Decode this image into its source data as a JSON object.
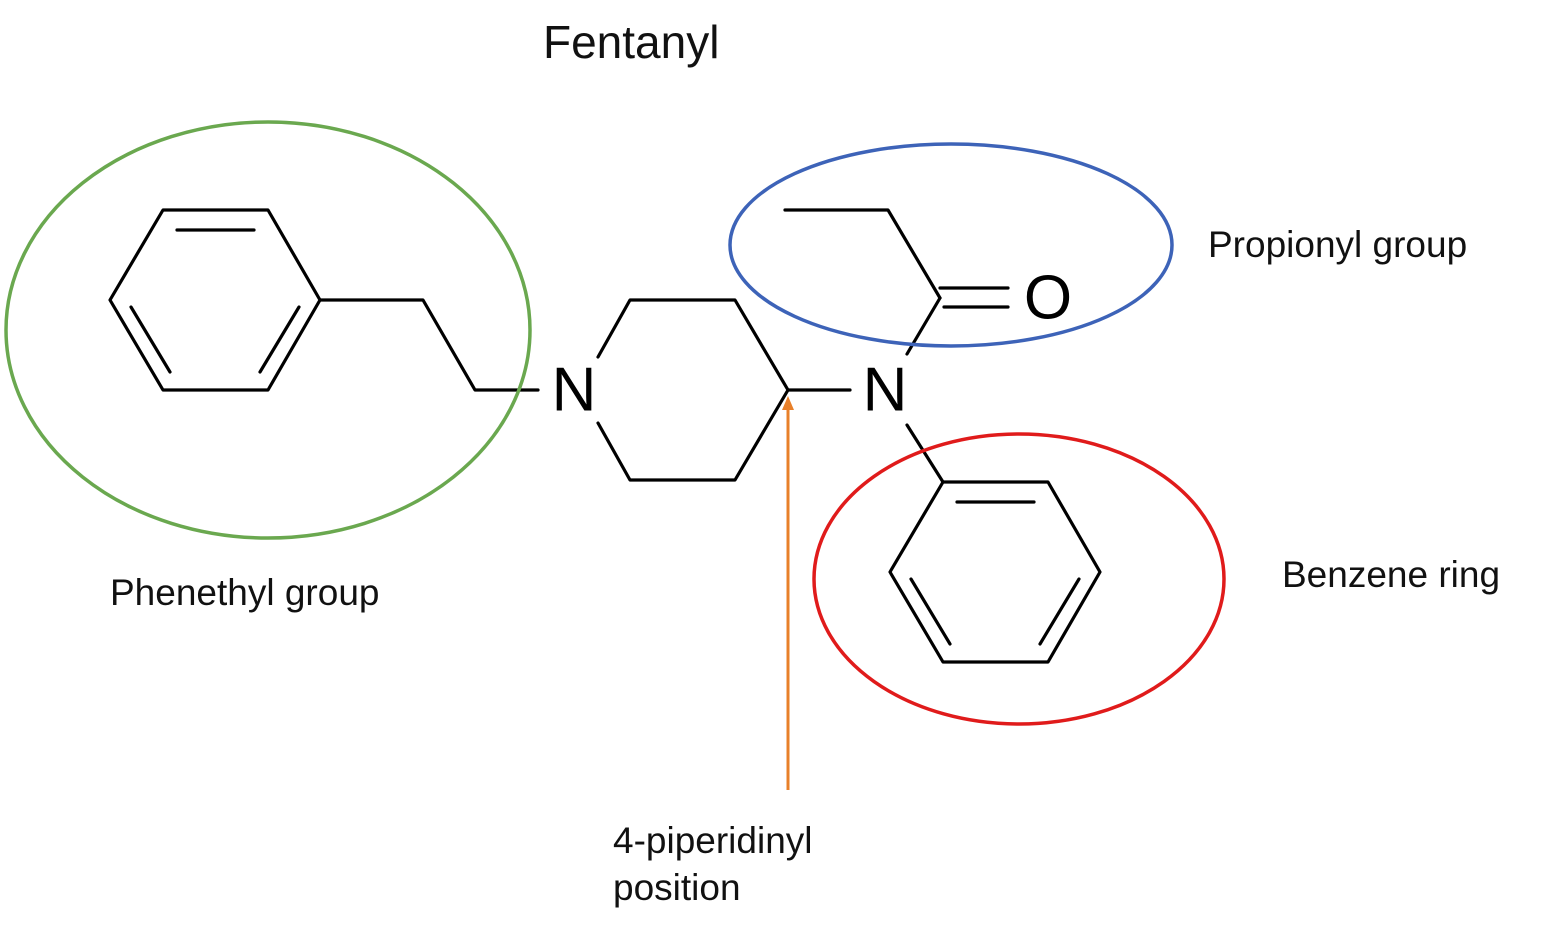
{
  "title": "Fentanyl",
  "atoms": {
    "piperidine_nitrogen": "N",
    "amide_nitrogen": "N",
    "carbonyl_oxygen": "O"
  },
  "groups": [
    {
      "label": "Phenethyl group",
      "color": "#6aa84f"
    },
    {
      "label": "Propionyl group",
      "color": "#3d63b8"
    },
    {
      "label": "Benzene ring",
      "color": "#e01b1b"
    }
  ],
  "annotation": {
    "line1": "4-piperidinyl",
    "line2": "position",
    "color": "#e8802a"
  }
}
